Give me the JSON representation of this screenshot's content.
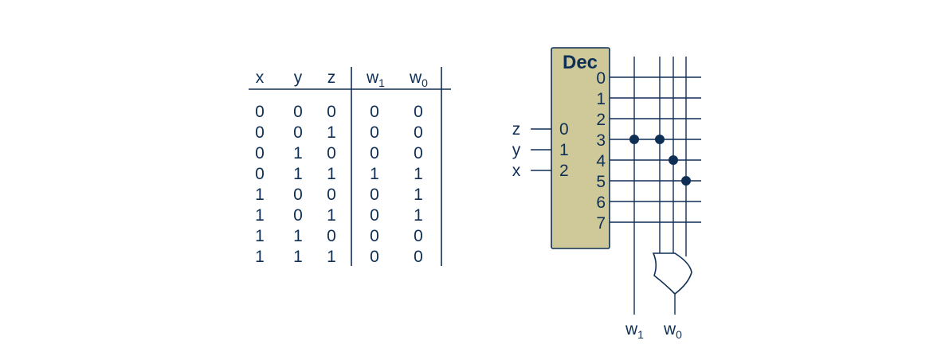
{
  "truth_table": {
    "headers": {
      "x": "x",
      "y": "y",
      "z": "z",
      "w1": {
        "base": "w",
        "sub": "1"
      },
      "w0": {
        "base": "w",
        "sub": "0"
      }
    },
    "rows": [
      [
        "0",
        "0",
        "0",
        "0",
        "0"
      ],
      [
        "0",
        "0",
        "1",
        "0",
        "0"
      ],
      [
        "0",
        "1",
        "0",
        "0",
        "0"
      ],
      [
        "0",
        "1",
        "1",
        "1",
        "1"
      ],
      [
        "1",
        "0",
        "0",
        "0",
        "1"
      ],
      [
        "1",
        "0",
        "1",
        "0",
        "1"
      ],
      [
        "1",
        "1",
        "0",
        "0",
        "0"
      ],
      [
        "1",
        "1",
        "1",
        "0",
        "0"
      ]
    ]
  },
  "decoder": {
    "title": "Dec",
    "fill_color": "#cfc99a",
    "inputs": [
      {
        "signal": "z",
        "index": "0"
      },
      {
        "signal": "y",
        "index": "1"
      },
      {
        "signal": "x",
        "index": "2"
      }
    ],
    "outputs": [
      "0",
      "1",
      "2",
      "3",
      "4",
      "5",
      "6",
      "7"
    ]
  },
  "outputs": {
    "w1": {
      "base": "w",
      "sub": "1"
    },
    "w0": {
      "base": "w",
      "sub": "0"
    }
  },
  "colors": {
    "ink": "#0f2f55",
    "decoder_fill": "#cfc99a"
  }
}
